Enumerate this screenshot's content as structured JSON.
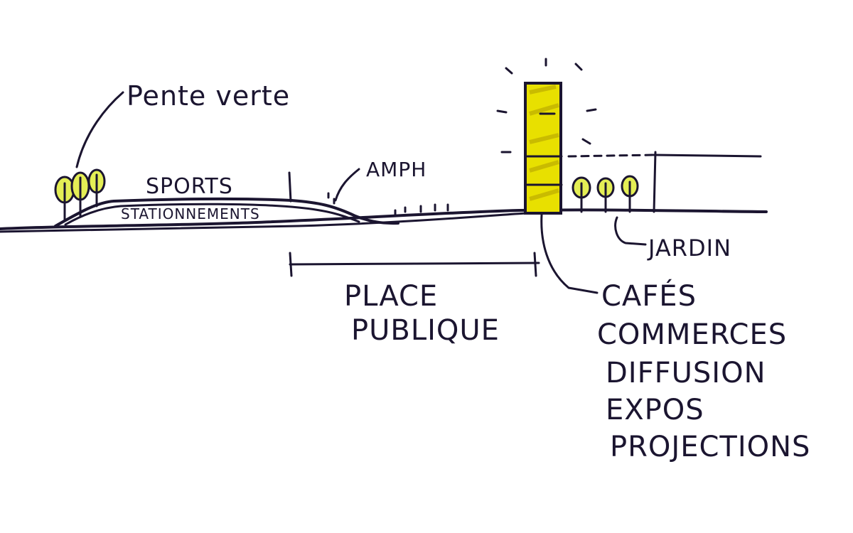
{
  "colors": {
    "ink": "#1b1530",
    "tower_fill": "#e8e000",
    "tree_fill": "#e4ee55",
    "paper": "#ffffff"
  },
  "labels": {
    "pente_verte": "Pente verte",
    "sports": "SPORTS",
    "stationnements": "STATIONNEMENTS",
    "amph": "AMPH",
    "jardin": "JARDIN",
    "place_line1": "PLACE",
    "place_line2": "PUBLIQUE",
    "program": [
      "CAFÉS",
      "COMMERCES",
      "DIFFUSION",
      "EXPOS",
      "PROJECTIONS"
    ]
  },
  "icons": {
    "tree": "tree-icon",
    "tower": "tower-icon",
    "glow": "glow-rays-icon"
  }
}
